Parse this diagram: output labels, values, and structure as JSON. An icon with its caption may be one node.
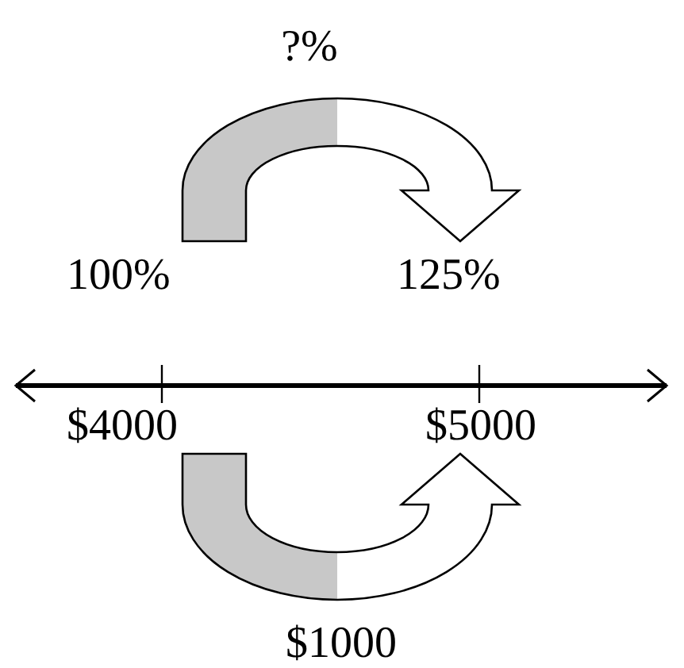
{
  "diagram": {
    "nodes": [
      {
        "text": [
          "100%"
        ]
      },
      {
        "text": [
          "125%"
        ]
      },
      {
        "text": [
          "$4000"
        ]
      },
      {
        "text": [
          "$5000"
        ]
      }
    ],
    "edges": [
      {
        "from": 0,
        "to": 1,
        "arrow": "to",
        "label": "?%"
      },
      {
        "from": 2,
        "to": 3,
        "arrow": "to",
        "label": "$1000"
      }
    ]
  }
}
